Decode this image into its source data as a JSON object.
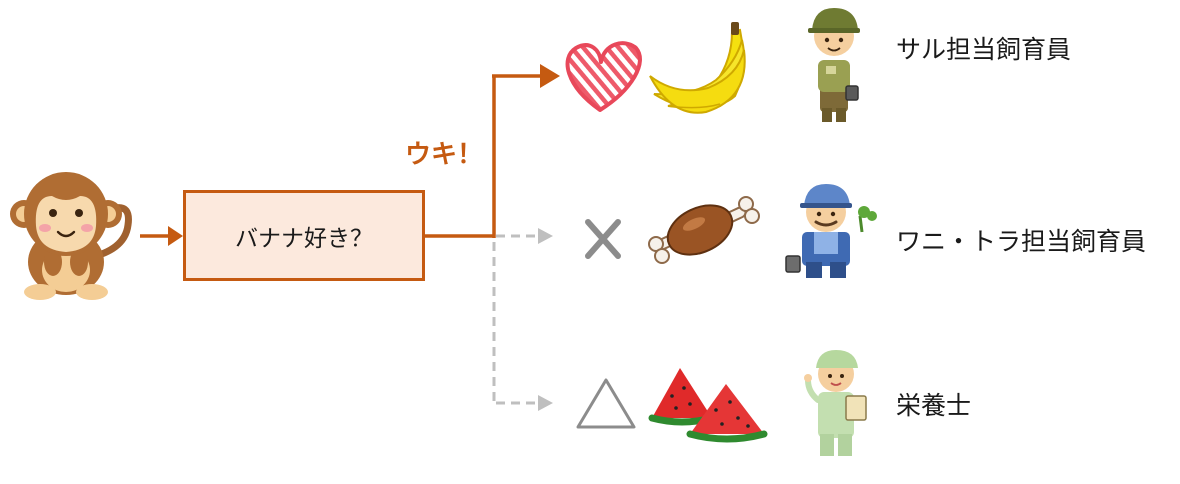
{
  "question": "バナナ好き？",
  "reaction": "ウキ！",
  "branches": [
    {
      "symbol": "heart-icon",
      "food": "banana-icon",
      "person": "monkey-keeper-icon",
      "role": "サル担当飼育員",
      "active": true
    },
    {
      "symbol": "cross-icon",
      "food": "meat-icon",
      "person": "croc-tiger-keeper-icon",
      "role": "ワニ・トラ担当飼育員",
      "active": false
    },
    {
      "symbol": "triangle-icon",
      "food": "watermelon-icon",
      "person": "dietitian-icon",
      "role": "栄養士",
      "active": false
    }
  ],
  "colors": {
    "accent": "#c55a11",
    "box_fill": "#fce9dd",
    "inactive": "#bfbfbf",
    "heart": "#e8485a",
    "banana": "#f5e10f"
  }
}
